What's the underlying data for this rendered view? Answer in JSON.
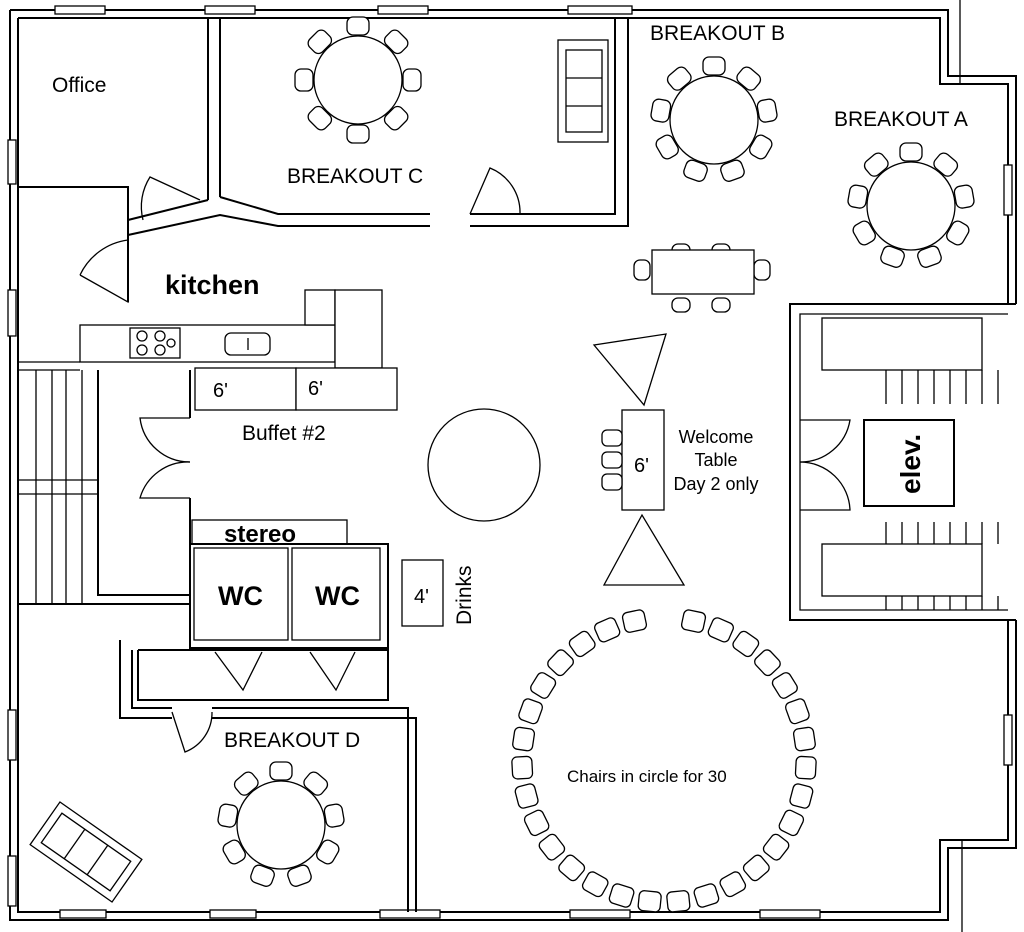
{
  "rooms": {
    "office": "Office",
    "breakout_a": "BREAKOUT A",
    "breakout_b": "BREAKOUT B",
    "breakout_c": "BREAKOUT C",
    "breakout_d": "BREAKOUT D",
    "kitchen": "kitchen",
    "stereo": "stereo",
    "wc_left": "WC",
    "wc_right": "WC",
    "elevator": "elev."
  },
  "tables": {
    "buffet_left": "6'",
    "buffet_right": "6'",
    "buffet_label": "Buffet #2",
    "welcome_size": "6'",
    "welcome_line1": "Welcome",
    "welcome_line2": "Table",
    "welcome_line3": "Day 2 only",
    "drinks_size": "4'",
    "drinks_label": "Drinks"
  },
  "seating": {
    "circle_label": "Chairs in circle for 30"
  }
}
